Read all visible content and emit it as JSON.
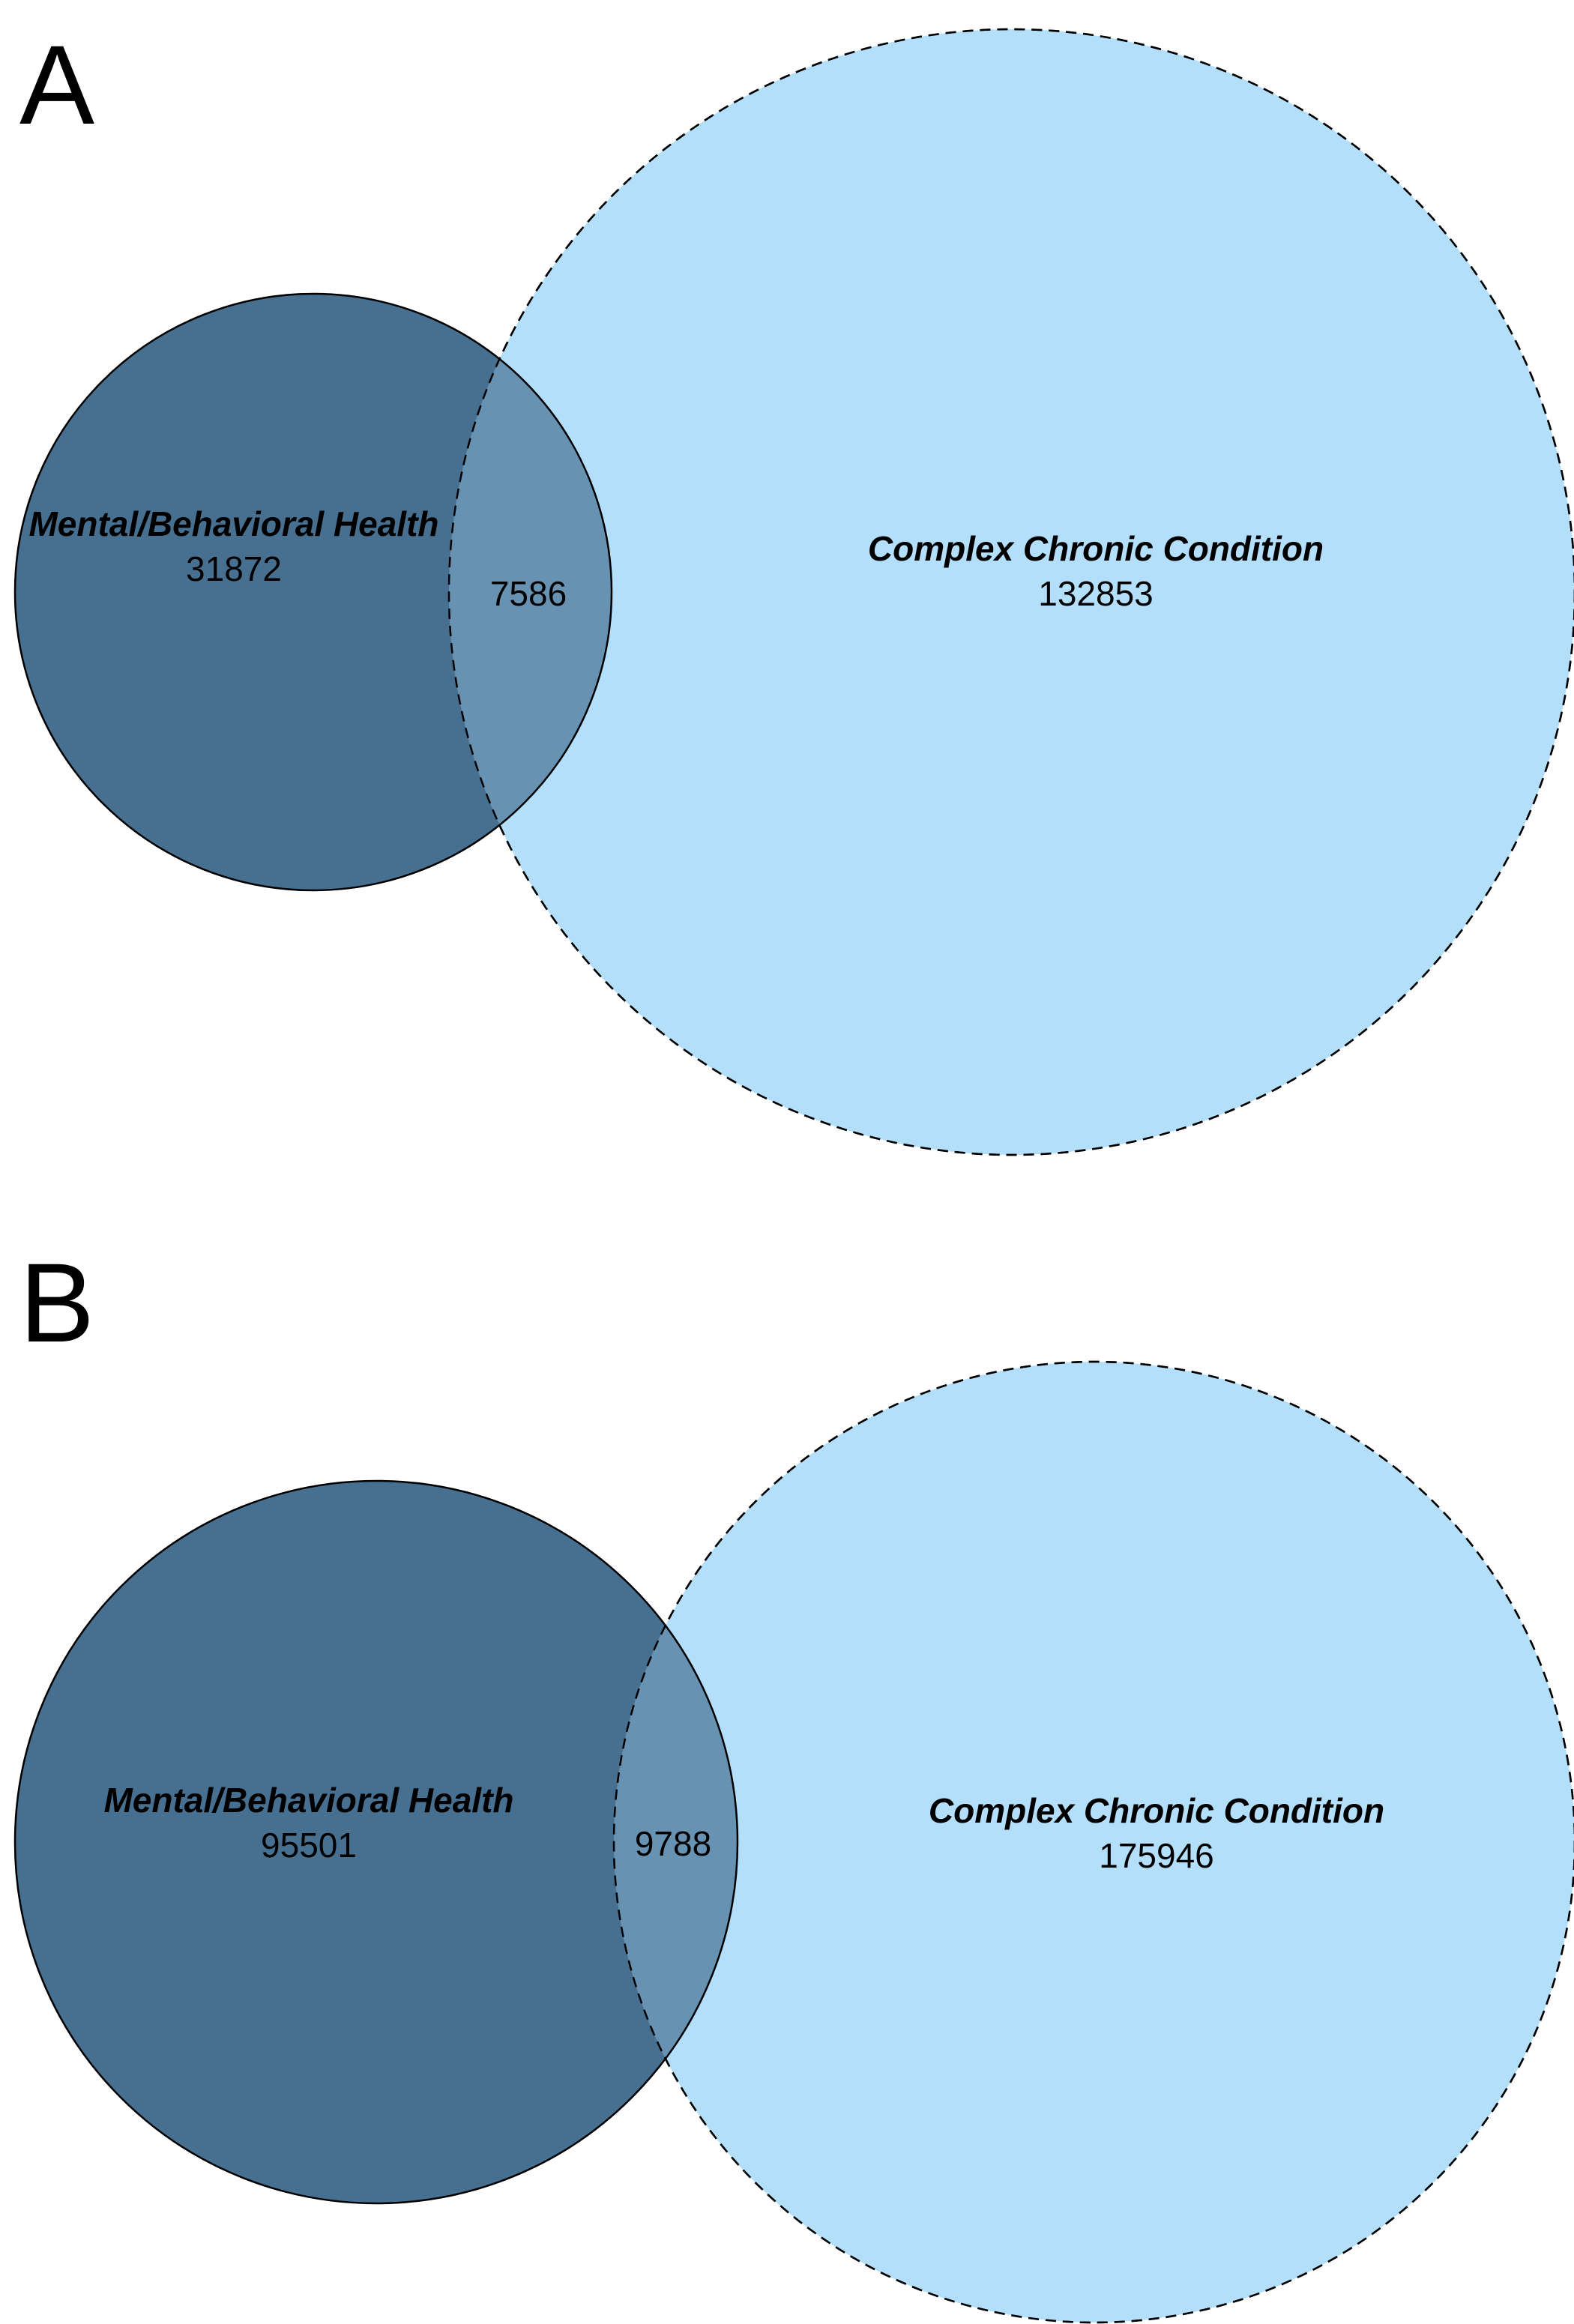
{
  "colors": {
    "mental_fill": "#476f90",
    "overlap_fill": "#6892b2",
    "chronic_fill": "#b3dffb",
    "stroke": "#000000"
  },
  "panels": [
    {
      "letter": "A",
      "mental": {
        "label": "Mental/Behavioral Health",
        "count": "31872"
      },
      "overlap": {
        "count": "7586"
      },
      "chronic": {
        "label": "Complex Chronic Condition",
        "count": "132853"
      }
    },
    {
      "letter": "B",
      "mental": {
        "label": "Mental/Behavioral Health",
        "count": "95501"
      },
      "overlap": {
        "count": "9788"
      },
      "chronic": {
        "label": "Complex Chronic Condition",
        "count": "175946"
      }
    }
  ]
}
